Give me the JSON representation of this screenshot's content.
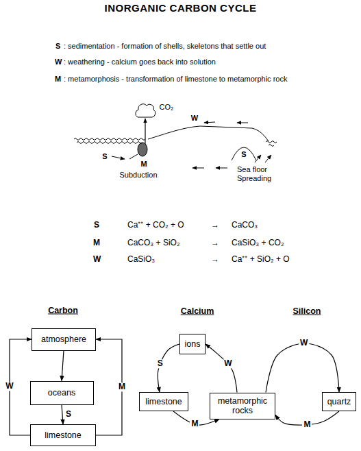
{
  "diagram": {
    "title": "INORGANIC CARBON CYCLE",
    "nodes": [
      {
        "text": [
          "atmosphere"
        ]
      },
      {
        "text": [
          "oceans"
        ]
      },
      {
        "text": [
          "limestone"
        ]
      },
      {
        "text": [
          "ions"
        ]
      },
      {
        "text": [
          "limestone"
        ]
      },
      {
        "text": [
          "metamorphic rocks"
        ]
      },
      {
        "text": [
          "quartz"
        ]
      }
    ],
    "edges": [
      {
        "from": 0,
        "to": 1,
        "arrow": "to"
      },
      {
        "from": 1,
        "to": 2,
        "label": "S",
        "arrow": "to"
      },
      {
        "from": 2,
        "to": 0,
        "label": "W",
        "arrow": "to"
      },
      {
        "from": 2,
        "to": 0,
        "label": "M",
        "arrow": "to"
      },
      {
        "from": 3,
        "to": 4,
        "label": "S",
        "arrow": "to"
      },
      {
        "from": 4,
        "to": 5,
        "label": "M",
        "arrow": "to"
      },
      {
        "from": 5,
        "to": 3,
        "label": "W",
        "arrow": "to"
      },
      {
        "from": 5,
        "to": 6,
        "label": "W",
        "arrow": "to"
      },
      {
        "from": 6,
        "to": 5,
        "label": "M",
        "arrow": "to"
      }
    ],
    "labels": [
      "S",
      ": sedimentation - formation of shells, skeletons that settle out",
      "W",
      ": weathering - calcium goes back into solution",
      "M",
      ": metamorphosis - transformation of limestone to metamorphic rock",
      "CO₂",
      "W",
      "S",
      "M",
      "S",
      "Subduction",
      "Sea floor Spreading",
      "S",
      "Ca⁺⁺ + CO₂ + O",
      "→",
      "CaCO₃",
      "M",
      "CaCO₃ + SiO₂",
      "→",
      "CaSiO₃ + CO₂",
      "W",
      "CaSiO₃",
      "→",
      "Ca⁺⁺ + SiO₂ + O",
      "Carbon",
      "Calcium",
      "Silicon"
    ]
  }
}
